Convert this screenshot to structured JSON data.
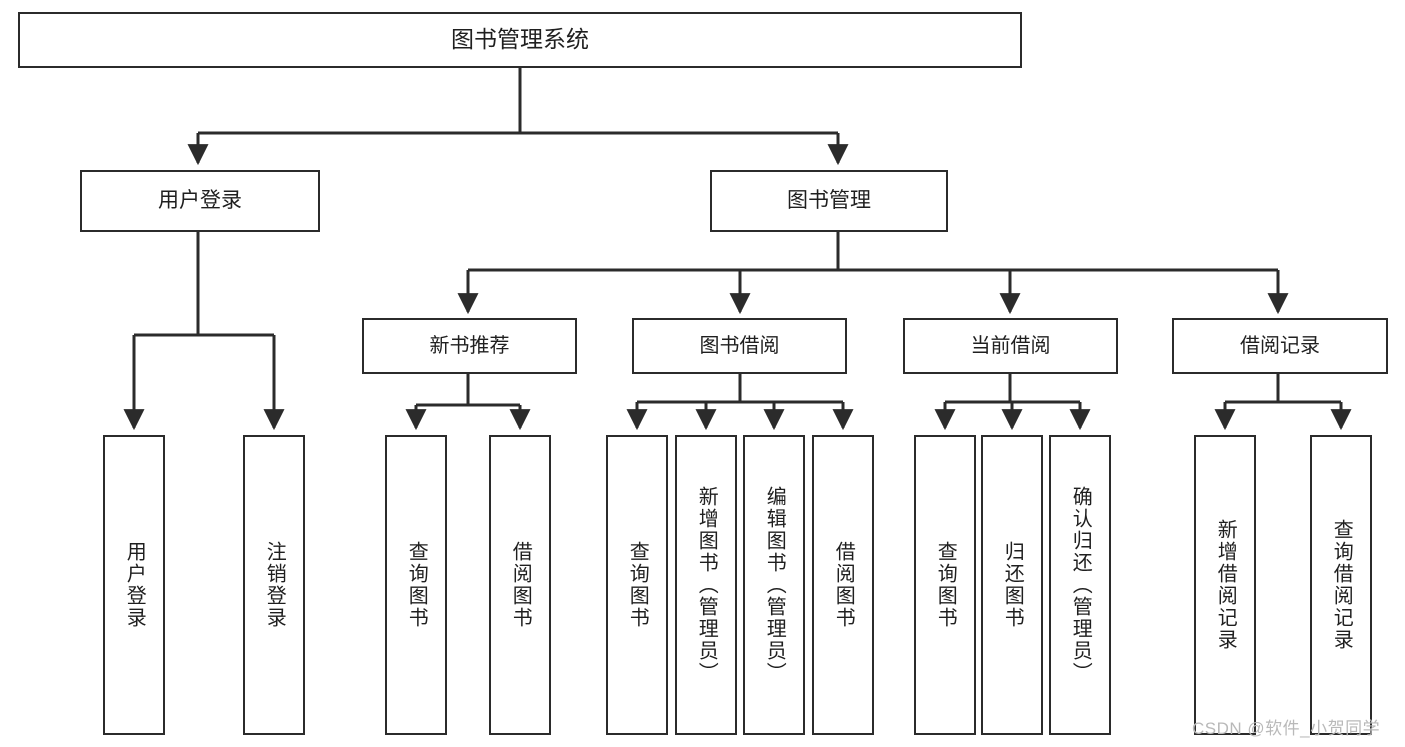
{
  "diagram": {
    "title": "图书管理系统",
    "root": {
      "label": "图书管理系统"
    },
    "level2": [
      {
        "label": "用户登录"
      },
      {
        "label": "图书管理"
      }
    ],
    "level3": [
      {
        "label": "新书推荐"
      },
      {
        "label": "图书借阅"
      },
      {
        "label": "当前借阅"
      },
      {
        "label": "借阅记录"
      }
    ],
    "leaves": {
      "user_login": [
        {
          "label": "用户登录"
        },
        {
          "label": "注销登录"
        }
      ],
      "new_book": [
        {
          "label": "查询图书"
        },
        {
          "label": "借阅图书"
        }
      ],
      "book_borrow": [
        {
          "label": "查询图书"
        },
        {
          "label": "新增图书（管理员）"
        },
        {
          "label": "编辑图书（管理员）"
        },
        {
          "label": "借阅图书"
        }
      ],
      "current_borrow": [
        {
          "label": "查询图书"
        },
        {
          "label": "归还图书"
        },
        {
          "label": "确认归还（管理员）"
        }
      ],
      "borrow_record": [
        {
          "label": "新增借阅记录"
        },
        {
          "label": "查询借阅记录"
        }
      ]
    }
  },
  "watermark": {
    "text": "CSDN @软件_小贺同学"
  },
  "colors": {
    "stroke": "#2b2b2b",
    "background": "#ffffff",
    "text": "#1f1f1f",
    "watermark": "#b9b9b9"
  }
}
